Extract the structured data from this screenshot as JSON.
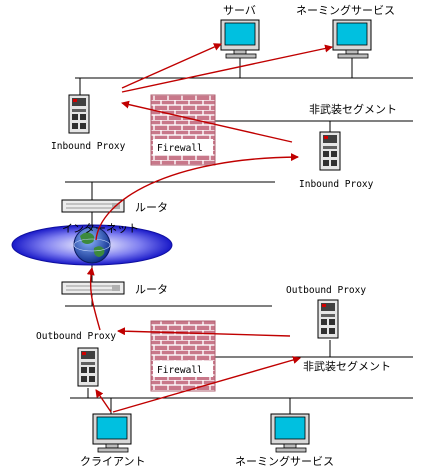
{
  "labels": {
    "server": "サーバ",
    "naming_service_top": "ネーミングサービス",
    "dmz_top": "非武装セグメント",
    "inbound_proxy_left": "Inbound Proxy",
    "firewall_top": "Firewall",
    "inbound_proxy_right": "Inbound Proxy",
    "router_top": "ルータ",
    "internet": "インターネット",
    "router_bottom": "ルータ",
    "outbound_proxy_right": "Outbound Proxy",
    "outbound_proxy_left": "Outbound Proxy",
    "firewall_bottom": "Firewall",
    "dmz_bottom": "非武装セグメント",
    "client": "クライアント",
    "naming_service_bottom": "ネーミングサービス"
  },
  "icons": {
    "monitor": "monitor-icon",
    "server_tower": "server-tower-icon",
    "firewall": "brick-wall-icon",
    "router": "router-icon",
    "globe": "globe-icon"
  },
  "colors": {
    "flow_arrow": "#c00000",
    "brick": "#c8788a",
    "mortar": "#ffffff",
    "screen": "#00c0e0",
    "cloud": "#2020d0",
    "network_line": "#000000"
  }
}
